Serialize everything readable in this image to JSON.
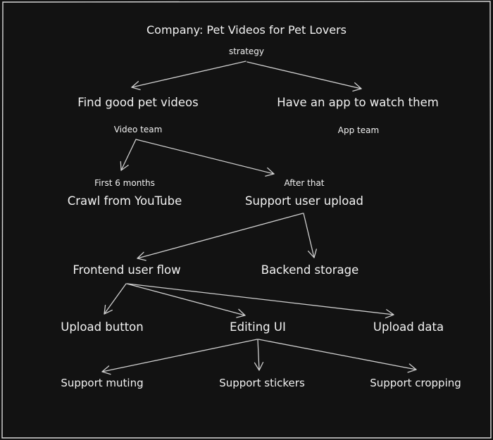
{
  "title": "Company: Pet Videos for Pet Lovers",
  "nodes": {
    "strategy": "strategy",
    "find_videos": "Find good pet videos",
    "have_app": "Have an app to watch them",
    "video_team": "Video team",
    "app_team": "App team",
    "first_months": "First 6 months",
    "crawl": "Crawl from YouTube",
    "after_that": "After that",
    "support_upload": "Support user upload",
    "frontend_flow": "Frontend user flow",
    "backend_storage": "Backend storage",
    "upload_button": "Upload button",
    "editing_ui": "Editing UI",
    "upload_data": "Upload data",
    "support_muting": "Support muting",
    "support_stickers": "Support stickers",
    "support_cropping": "Support cropping"
  },
  "colors": {
    "background": "#121212",
    "text": "#f2f2f2",
    "edge": "#cfcfcf",
    "frame": "#d8d8d8"
  }
}
